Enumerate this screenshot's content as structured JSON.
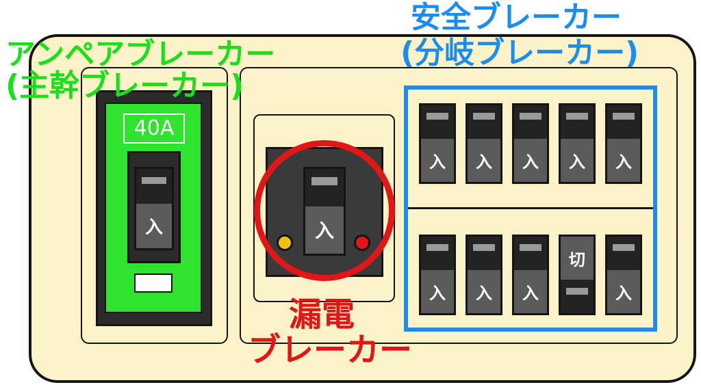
{
  "labels": {
    "ampere_line1": "アンペアブレーカー",
    "ampere_line2": "(主幹ブレーカー)",
    "safety_line1": "安全ブレーカー",
    "safety_line2": "(分岐ブレーカー)",
    "leakage_line1": "漏電",
    "leakage_line2": "ブレーカー"
  },
  "main_breaker": {
    "rating": "40A",
    "switch_label": "入"
  },
  "leakage_breaker": {
    "switch_label": "入",
    "indicator_colors": [
      "#f2c010",
      "#e21616"
    ]
  },
  "branch_breakers": {
    "top_row": [
      "入",
      "入",
      "入",
      "入",
      "入"
    ],
    "bottom_row": [
      "入",
      "入",
      "入",
      "切",
      "入"
    ]
  },
  "colors": {
    "ampere_label": "#19e019",
    "safety_label": "#1a8ef0",
    "leakage_label": "#e21616",
    "panel": "#fbf2c8",
    "main_breaker_body": "#2fe32f"
  }
}
